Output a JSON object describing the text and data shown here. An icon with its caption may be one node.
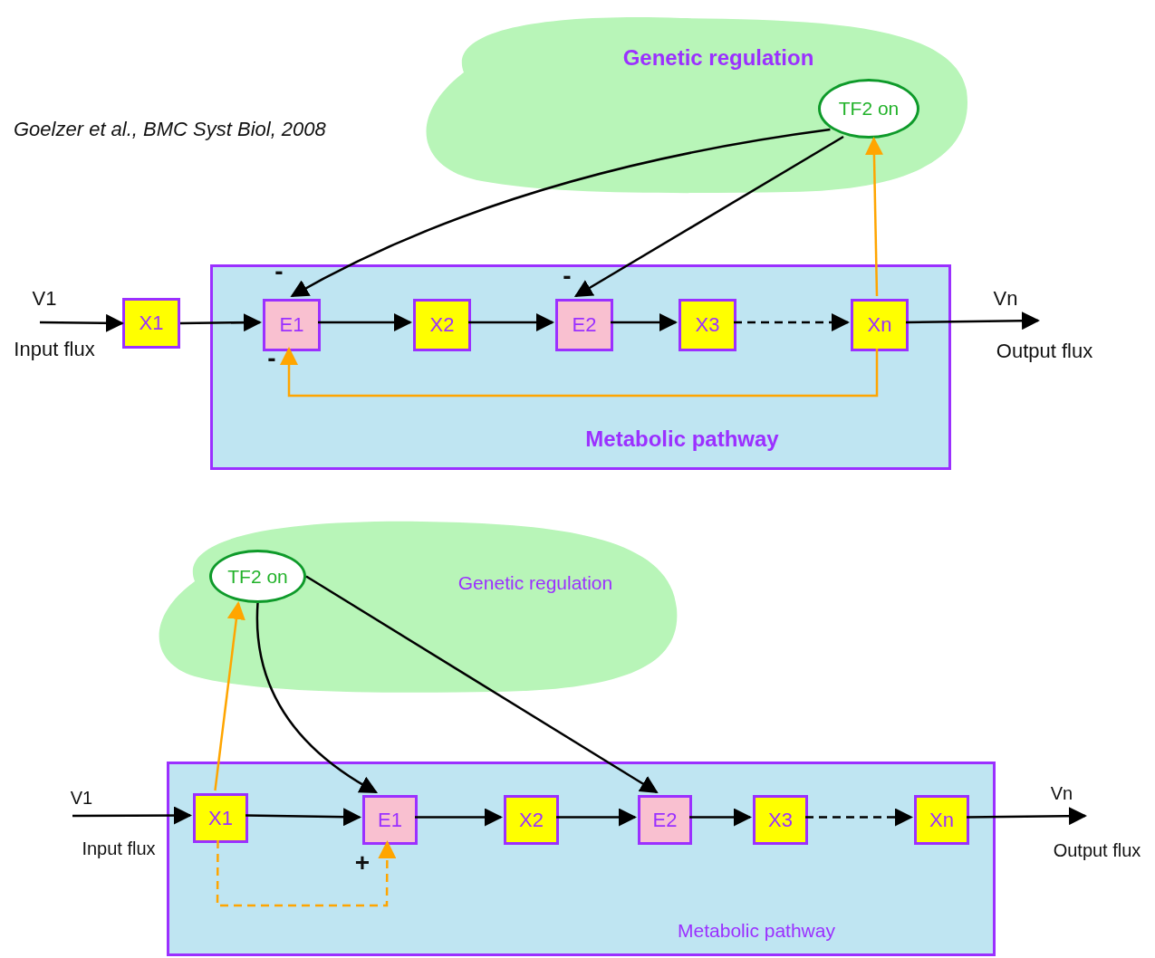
{
  "diagram": {
    "nodes": [
      {
        "text": [
          "Genetic regulation"
        ]
      },
      {
        "text": [
          "TF2 on"
        ],
        "in": 0
      },
      {
        "text": [
          "Metabolic pathway"
        ]
      },
      {
        "text": [
          "X1"
        ]
      },
      {
        "text": [
          "E1"
        ],
        "in": 2
      },
      {
        "text": [
          "X2"
        ],
        "in": 2
      },
      {
        "text": [
          "E2"
        ],
        "in": 2
      },
      {
        "text": [
          "X3"
        ],
        "in": 2
      },
      {
        "text": [
          "Xn"
        ],
        "in": 2
      },
      {
        "text": [
          "Genetic regulation"
        ]
      },
      {
        "text": [
          "TF2 on"
        ],
        "in": 9
      },
      {
        "text": [
          "Metabolic pathway"
        ]
      },
      {
        "text": [
          "X1"
        ],
        "in": 11
      },
      {
        "text": [
          "E1"
        ],
        "in": 11
      },
      {
        "text": [
          "X2"
        ],
        "in": 11
      },
      {
        "text": [
          "E2"
        ],
        "in": 11
      },
      {
        "text": [
          "X3"
        ],
        "in": 11
      },
      {
        "text": [
          "Xn"
        ],
        "in": 11
      }
    ],
    "edges": [
      {
        "from": null,
        "to": 3,
        "arrow": "to"
      },
      {
        "from": 3,
        "to": 4,
        "arrow": "to"
      },
      {
        "from": 4,
        "to": 5,
        "arrow": "to"
      },
      {
        "from": 5,
        "to": 6,
        "arrow": "to"
      },
      {
        "from": 6,
        "to": 7,
        "arrow": "to"
      },
      {
        "from": 7,
        "to": 8,
        "arrow": "to",
        "style": "dashed"
      },
      {
        "from": 8,
        "to": null,
        "arrow": "to"
      },
      {
        "from": 1,
        "to": 4,
        "arrow": "to"
      },
      {
        "from": 1,
        "to": 6,
        "arrow": "to"
      },
      {
        "from": 8,
        "to": 1,
        "arrow": "to",
        "color": "#ffa500"
      },
      {
        "from": 8,
        "to": 4,
        "arrow": "to",
        "color": "#ffa500"
      },
      {
        "from": null,
        "to": 12,
        "arrow": "to"
      },
      {
        "from": 12,
        "to": 13,
        "arrow": "to"
      },
      {
        "from": 13,
        "to": 14,
        "arrow": "to"
      },
      {
        "from": 14,
        "to": 15,
        "arrow": "to"
      },
      {
        "from": 15,
        "to": 16,
        "arrow": "to"
      },
      {
        "from": 16,
        "to": 17,
        "arrow": "to",
        "style": "dashed"
      },
      {
        "from": 17,
        "to": null,
        "arrow": "to"
      },
      {
        "from": 10,
        "to": 13,
        "arrow": "to"
      },
      {
        "from": 10,
        "to": 15,
        "arrow": "to"
      },
      {
        "from": 12,
        "to": 10,
        "arrow": "to",
        "color": "#ffa500"
      },
      {
        "from": 12,
        "to": 13,
        "arrow": "to",
        "color": "#ffa500",
        "style": "dashed"
      }
    ],
    "labels": [
      "Goelzer et al., BMC Syst Biol, 2008",
      "-",
      "-",
      "V1",
      "Input flux",
      "-",
      "Vn",
      "Output flux",
      "V1",
      "Input flux",
      "+",
      "Vn",
      "Output flux"
    ]
  }
}
